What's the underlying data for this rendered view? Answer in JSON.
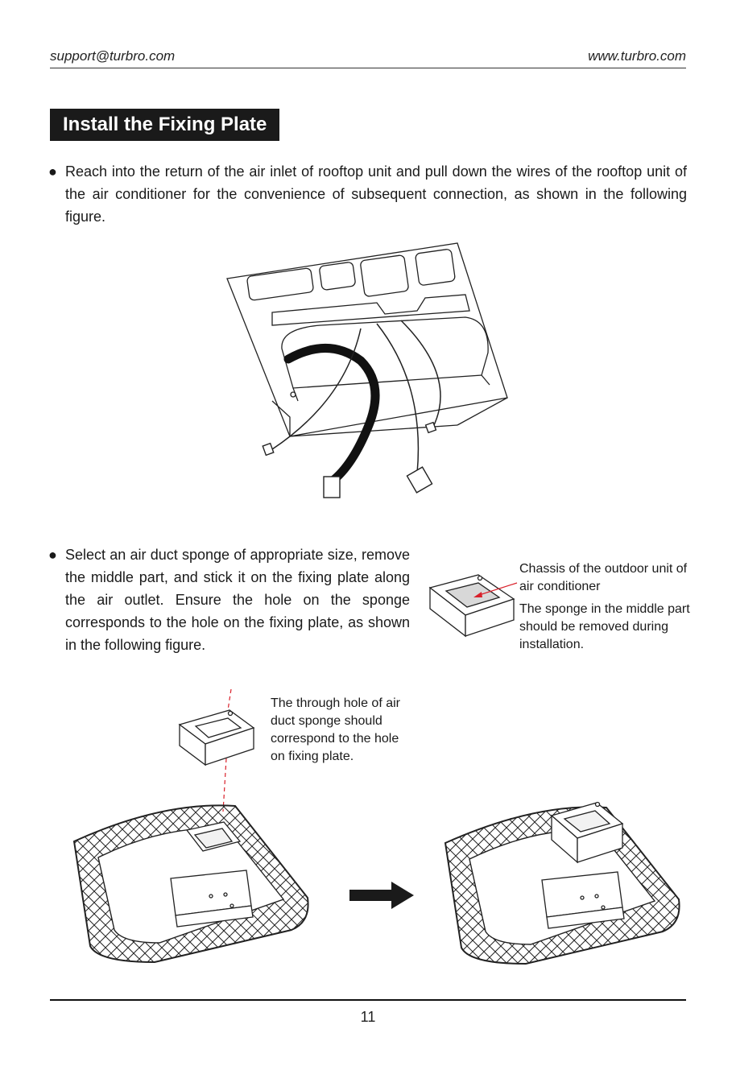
{
  "header": {
    "email": "support@turbro.com",
    "website": "www.turbro.com"
  },
  "section": {
    "title": "Install the Fixing Plate"
  },
  "steps": [
    {
      "bullet": "●",
      "text": "Reach into the return of the air inlet of rooftop unit and pull down the wires of the rooftop unit of the air conditioner for the convenience of subsequent connection, as shown in the following figure."
    },
    {
      "bullet": "●",
      "text": "Select an air duct sponge of appropriate size, remove the middle part, and stick it on the fixing plate along the air outlet. Ensure the hole on the sponge corresponds to the hole on the fixing plate, as shown in the following figure."
    }
  ],
  "callouts": {
    "chassis": "Chassis of the outdoor unit of air conditioner",
    "sponge_middle": "The sponge in the middle part should be removed during installation.",
    "through_hole": "The through hole of air duct sponge should correspond to the hole on fixing plate."
  },
  "footer": {
    "page_number": "11"
  },
  "colors": {
    "title_bg": "#1a1a1a",
    "arrow_red": "#d9202a",
    "line": "#222222"
  }
}
